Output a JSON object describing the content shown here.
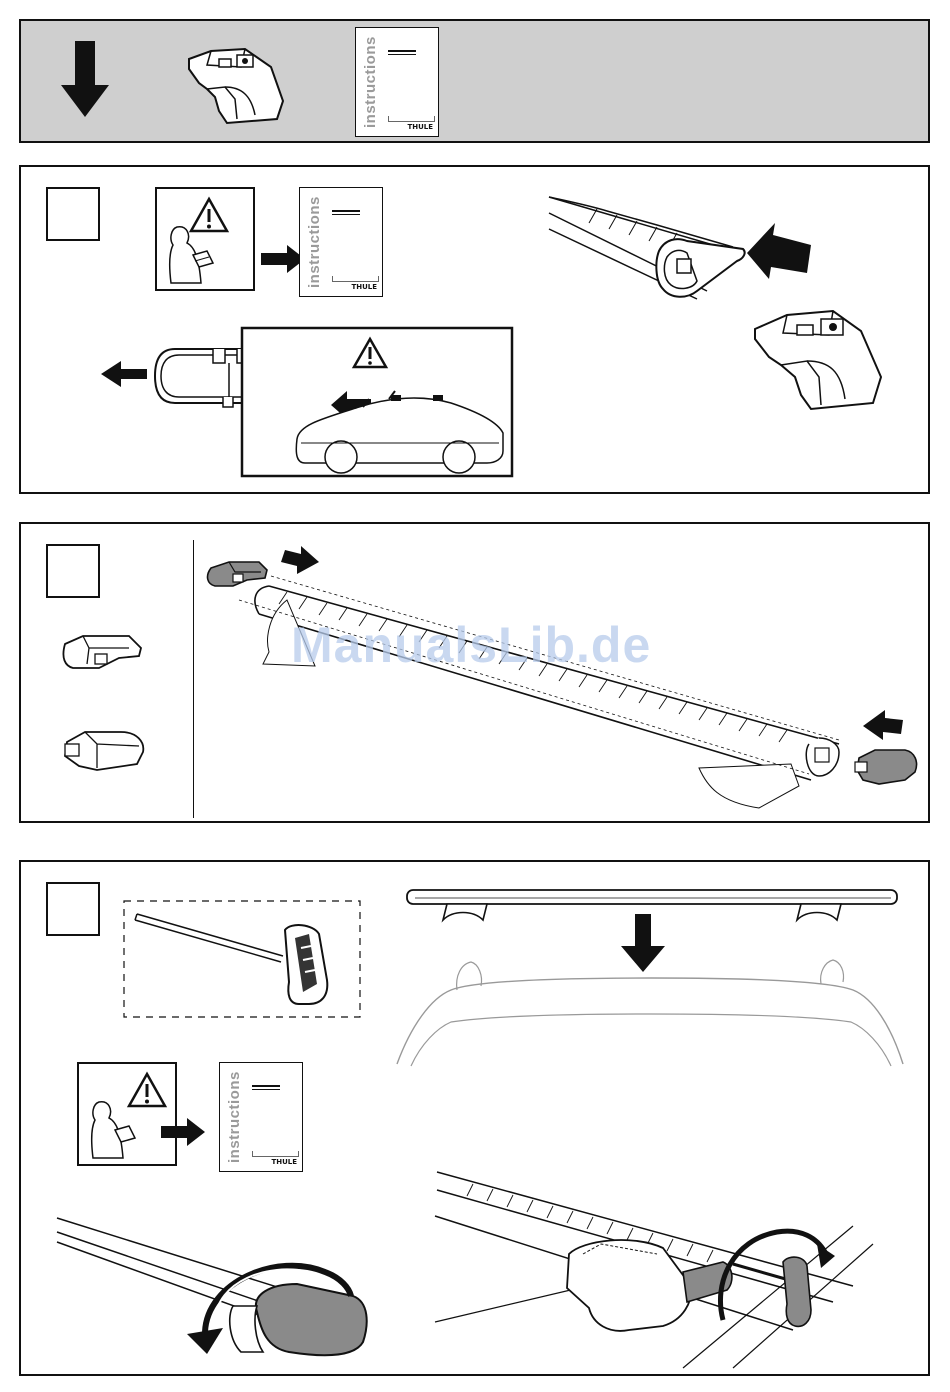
{
  "booklet": {
    "label": "instructions",
    "brand": "THULE"
  },
  "steps": [
    {
      "number": ""
    },
    {
      "number": ""
    },
    {
      "number": ""
    }
  ],
  "watermark": {
    "text": "ManualsLib.de"
  },
  "colors": {
    "line": "#111111",
    "header_band": "#cfcfcf",
    "part_gray": "#8a8a8a",
    "watermark": "#b7ccec"
  }
}
